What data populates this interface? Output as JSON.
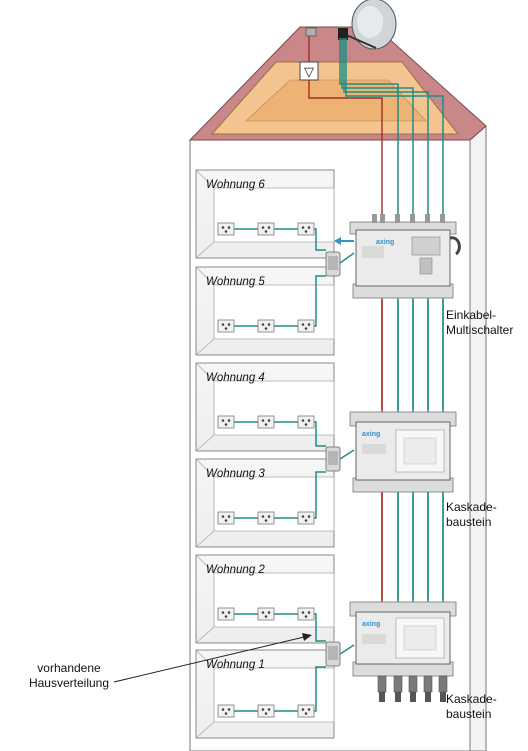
{
  "apartments": [
    {
      "label": "Wohnung 6"
    },
    {
      "label": "Wohnung 5"
    },
    {
      "label": "Wohnung 4"
    },
    {
      "label": "Wohnung 3"
    },
    {
      "label": "Wohnung 2"
    },
    {
      "label": "Wohnung 1"
    }
  ],
  "labels": {
    "multiswitch_line1": "Einkabel-",
    "multiswitch_line2": "Multischalter",
    "cascade_upper_line1": "Kaskade-",
    "cascade_upper_line2": "baustein",
    "cascade_lower_line1": "Kaskade-",
    "cascade_lower_line2": "baustein",
    "existing_line1": "vorhandene",
    "existing_line2": "Hausverteilung",
    "amplifier_symbol": "▽",
    "device_brand": "axing"
  },
  "colors": {
    "roof": "#c9878a",
    "attic": "#f3c48f",
    "coax_teal": "#1d8e86",
    "coax_red": "#a03020",
    "wall_gray": "#d9d9d9",
    "device_body": "#e8e8e8",
    "brand_blue": "#3a8fc4"
  }
}
